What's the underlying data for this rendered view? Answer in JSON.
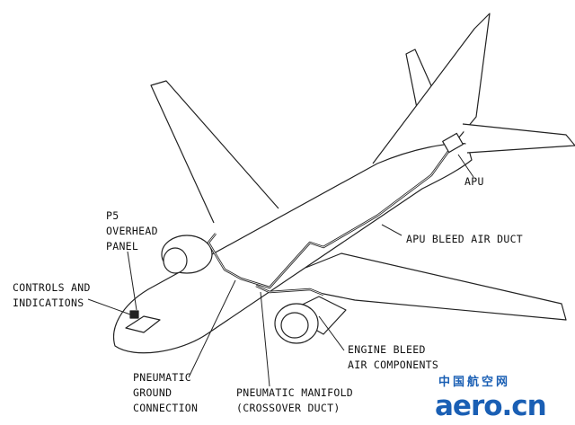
{
  "diagram": {
    "labels": {
      "p5": "P5",
      "overhead": "OVERHEAD",
      "panel": "PANEL",
      "controls": "CONTROLS AND",
      "indications": "INDICATIONS",
      "apu": "APU",
      "apu_duct": "APU BLEED AIR DUCT",
      "engine_bleed_1": "ENGINE BLEED",
      "engine_bleed_2": "AIR COMPONENTS",
      "pneumatic_1": "PNEUMATIC",
      "pneumatic_2": "GROUND",
      "pneumatic_3": "CONNECTION",
      "manifold_1": "PNEUMATIC MANIFOLD",
      "manifold_2": "(CROSSOVER DUCT)"
    },
    "watermark": {
      "cn": "中国航空网",
      "en": "aero.cn",
      "color": "#1a5fb4"
    }
  }
}
